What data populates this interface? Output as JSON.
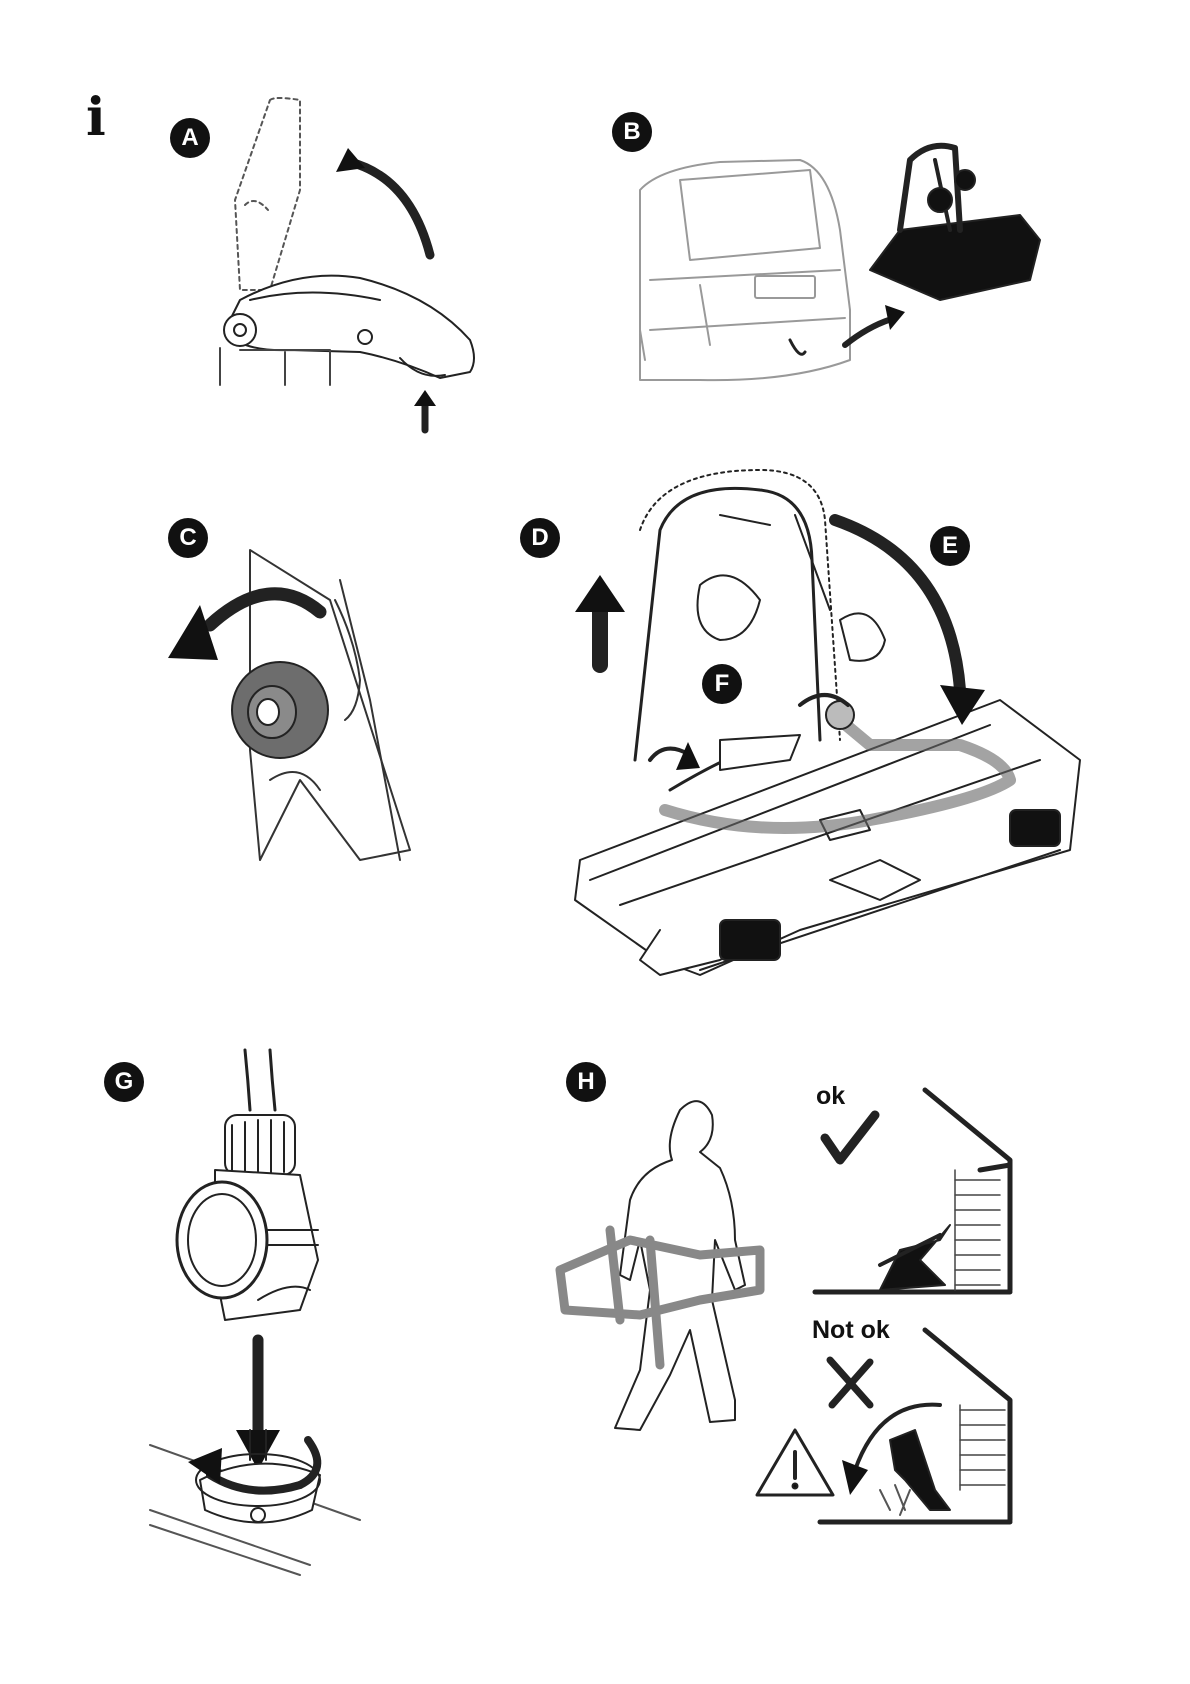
{
  "info_icon": "i",
  "panels": {
    "A": {
      "label": "A"
    },
    "B": {
      "label": "B"
    },
    "C": {
      "label": "C"
    },
    "D": {
      "label": "D"
    },
    "E": {
      "label": "E"
    },
    "F": {
      "label": "F"
    },
    "G": {
      "label": "G"
    },
    "H": {
      "label": "H"
    }
  },
  "storage": {
    "ok_label": "ok",
    "not_ok_label": "Not ok"
  },
  "icons": [
    "info-icon",
    "curved-arrow-icon",
    "up-arrow-icon",
    "down-arrow-icon",
    "check-icon",
    "cross-icon",
    "warning-icon"
  ]
}
